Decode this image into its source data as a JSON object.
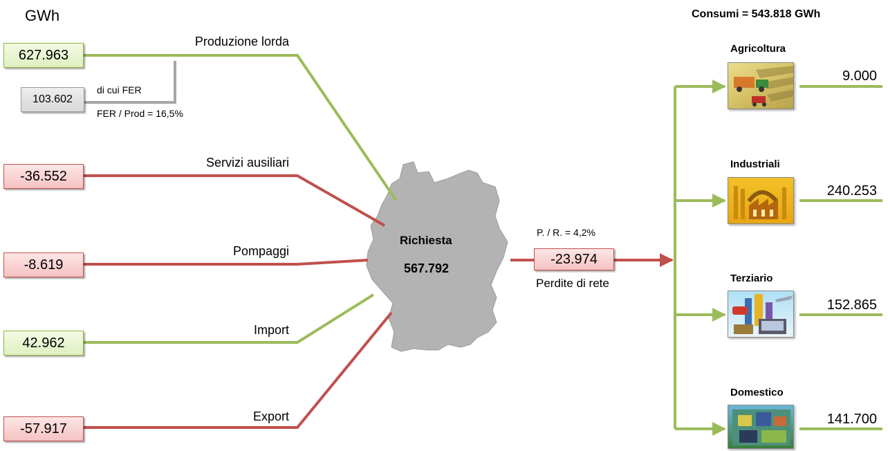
{
  "unit": "GWh",
  "consumi_total": "Consumi = 543.818 GWh",
  "inputs": [
    {
      "label": "Produzione lorda",
      "value": "627.963",
      "kind": "positive"
    },
    {
      "label": "Servizi ausiliari",
      "value": "-36.552",
      "kind": "negative"
    },
    {
      "label": "Pompaggi",
      "value": "-8.619",
      "kind": "negative"
    },
    {
      "label": "Import",
      "value": "42.962",
      "kind": "positive"
    },
    {
      "label": "Export",
      "value": "-57.917",
      "kind": "negative"
    }
  ],
  "fer": {
    "value": "103.602",
    "label": "di cui FER",
    "ratio": "FER / Prod = 16,5%"
  },
  "richiesta": {
    "label": "Richiesta",
    "value": "567.792"
  },
  "perdite": {
    "ratio": "P. / R. = 4,2%",
    "value": "-23.974",
    "label": "Perdite di rete"
  },
  "sectors": [
    {
      "name": "Agricoltura",
      "value": "9.000",
      "icon": "agriculture-icon"
    },
    {
      "name": "Industriali",
      "value": "240.253",
      "icon": "factory-icon"
    },
    {
      "name": "Terziario",
      "value": "152.865",
      "icon": "tertiary-icon"
    },
    {
      "name": "Domestico",
      "value": "141.700",
      "icon": "domestic-icon"
    }
  ],
  "colors": {
    "positive": "#9bbb59",
    "negative": "#c0504d",
    "map": "#b3b3b3",
    "neutral": "#a6a6a6"
  }
}
